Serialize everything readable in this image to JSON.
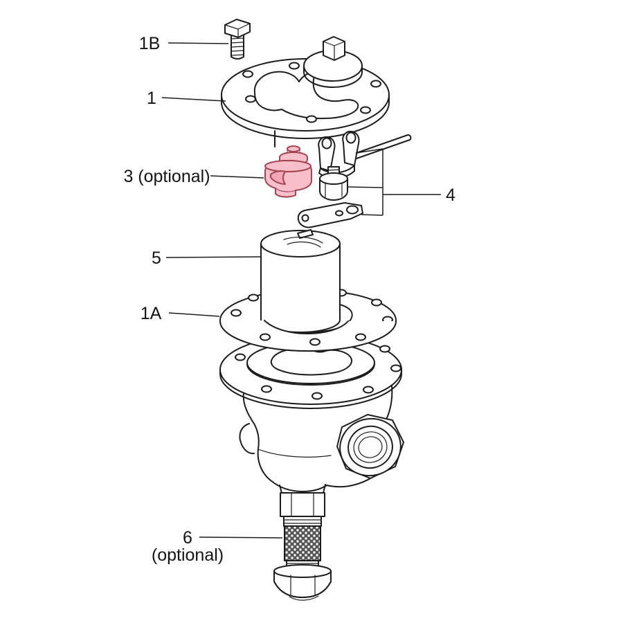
{
  "diagram": {
    "type": "exploded-parts-diagram",
    "background_color": "#ffffff",
    "line_color": "#1c1c1c",
    "highlight_fill": "#f7bfc9",
    "highlight_stroke": "#a14353",
    "labels": {
      "part_1b": "1B",
      "part_1": "1",
      "part_3": "3 (optional)",
      "part_4": "4",
      "part_5": "5",
      "part_1a": "1A",
      "part_6_line1": "6",
      "part_6_line2": "(optional)"
    }
  }
}
